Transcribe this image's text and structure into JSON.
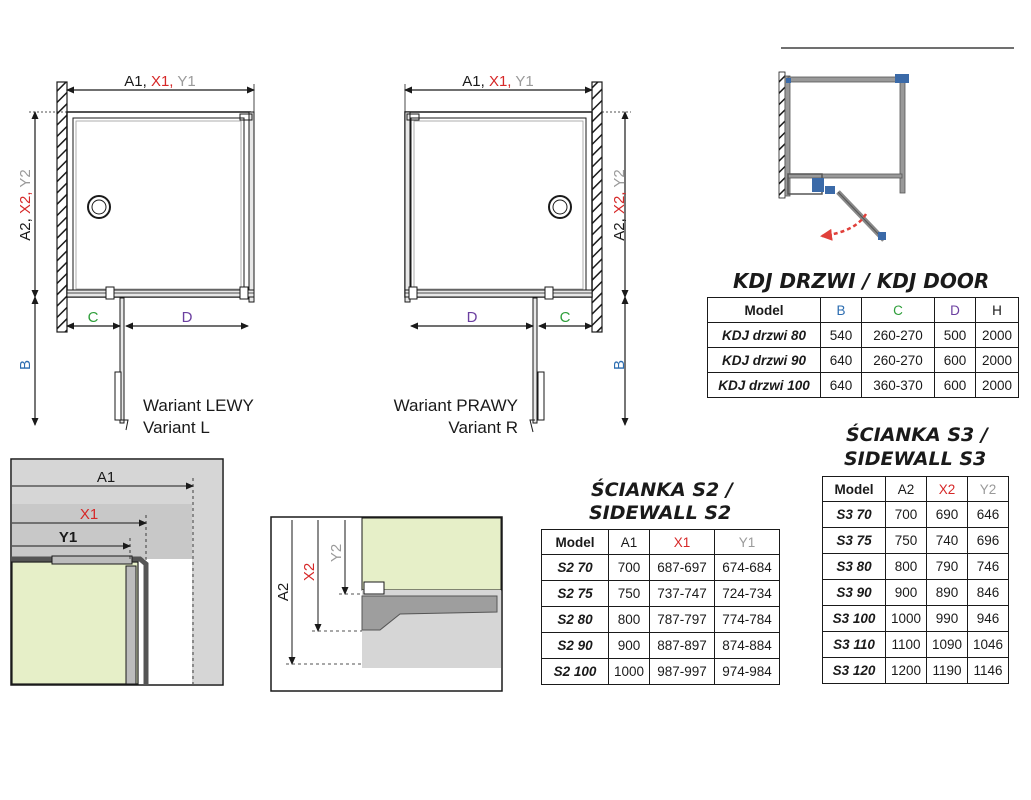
{
  "left_diagram": {
    "dim_top": [
      "A1, ",
      "X1, ",
      "Y1"
    ],
    "dim_side": [
      "A2, ",
      "X2, ",
      "Y2"
    ],
    "dim_c": "C",
    "dim_d": "D",
    "dim_b": "B",
    "caption_1": "Wariant LEWY",
    "caption_2": "Variant L"
  },
  "right_diagram": {
    "dim_top": [
      "A1, ",
      "X1, ",
      "Y1"
    ],
    "dim_side": [
      "A2, ",
      "X2, ",
      "Y2"
    ],
    "dim_c": "C",
    "dim_d": "D",
    "dim_b": "B",
    "caption_1": "Wariant PRAWY",
    "caption_2": "Variant R"
  },
  "detail_a": {
    "a1": "A1",
    "x1": "X1",
    "y1": "Y1"
  },
  "detail_b": {
    "a2": "A2",
    "x2": "X2",
    "y2": "Y2"
  },
  "colors": {
    "blue": "#2b6cb0",
    "green": "#2e9e3a",
    "purple": "#6b3fa0",
    "red": "#d62828",
    "gray": "#9a9a9a",
    "wall_fill": "#e6efc8",
    "panel_fill": "#bcbcbc",
    "swing_arrow": "#e0403a",
    "profile_blue": "#3b6aa8"
  },
  "kdj_table": {
    "title": "KDJ DRZWI / KDJ DOOR",
    "headers": [
      "Model",
      "B",
      "C",
      "D",
      "H"
    ],
    "rows": [
      [
        "KDJ drzwi 80",
        "540",
        "260-270",
        "500",
        "2000"
      ],
      [
        "KDJ drzwi 90",
        "640",
        "260-270",
        "600",
        "2000"
      ],
      [
        "KDJ drzwi 100",
        "640",
        "360-370",
        "600",
        "2000"
      ]
    ]
  },
  "s2_table": {
    "title_1": "ŚCIANKA S2 /",
    "title_2": "SIDEWALL S2",
    "headers": [
      "Model",
      "A1",
      "X1",
      "Y1"
    ],
    "rows": [
      [
        "S2 70",
        "700",
        "687-697",
        "674-684"
      ],
      [
        "S2 75",
        "750",
        "737-747",
        "724-734"
      ],
      [
        "S2 80",
        "800",
        "787-797",
        "774-784"
      ],
      [
        "S2 90",
        "900",
        "887-897",
        "874-884"
      ],
      [
        "S2 100",
        "1000",
        "987-997",
        "974-984"
      ]
    ]
  },
  "s3_table": {
    "title_1": "ŚCIANKA S3 /",
    "title_2": "SIDEWALL S3",
    "headers": [
      "Model",
      "A2",
      "X2",
      "Y2"
    ],
    "rows": [
      [
        "S3 70",
        "700",
        "690",
        "646"
      ],
      [
        "S3 75",
        "750",
        "740",
        "696"
      ],
      [
        "S3 80",
        "800",
        "790",
        "746"
      ],
      [
        "S3 90",
        "900",
        "890",
        "846"
      ],
      [
        "S3 100",
        "1000",
        "990",
        "946"
      ],
      [
        "S3 110",
        "1100",
        "1090",
        "1046"
      ],
      [
        "S3 120",
        "1200",
        "1190",
        "1146"
      ]
    ]
  }
}
